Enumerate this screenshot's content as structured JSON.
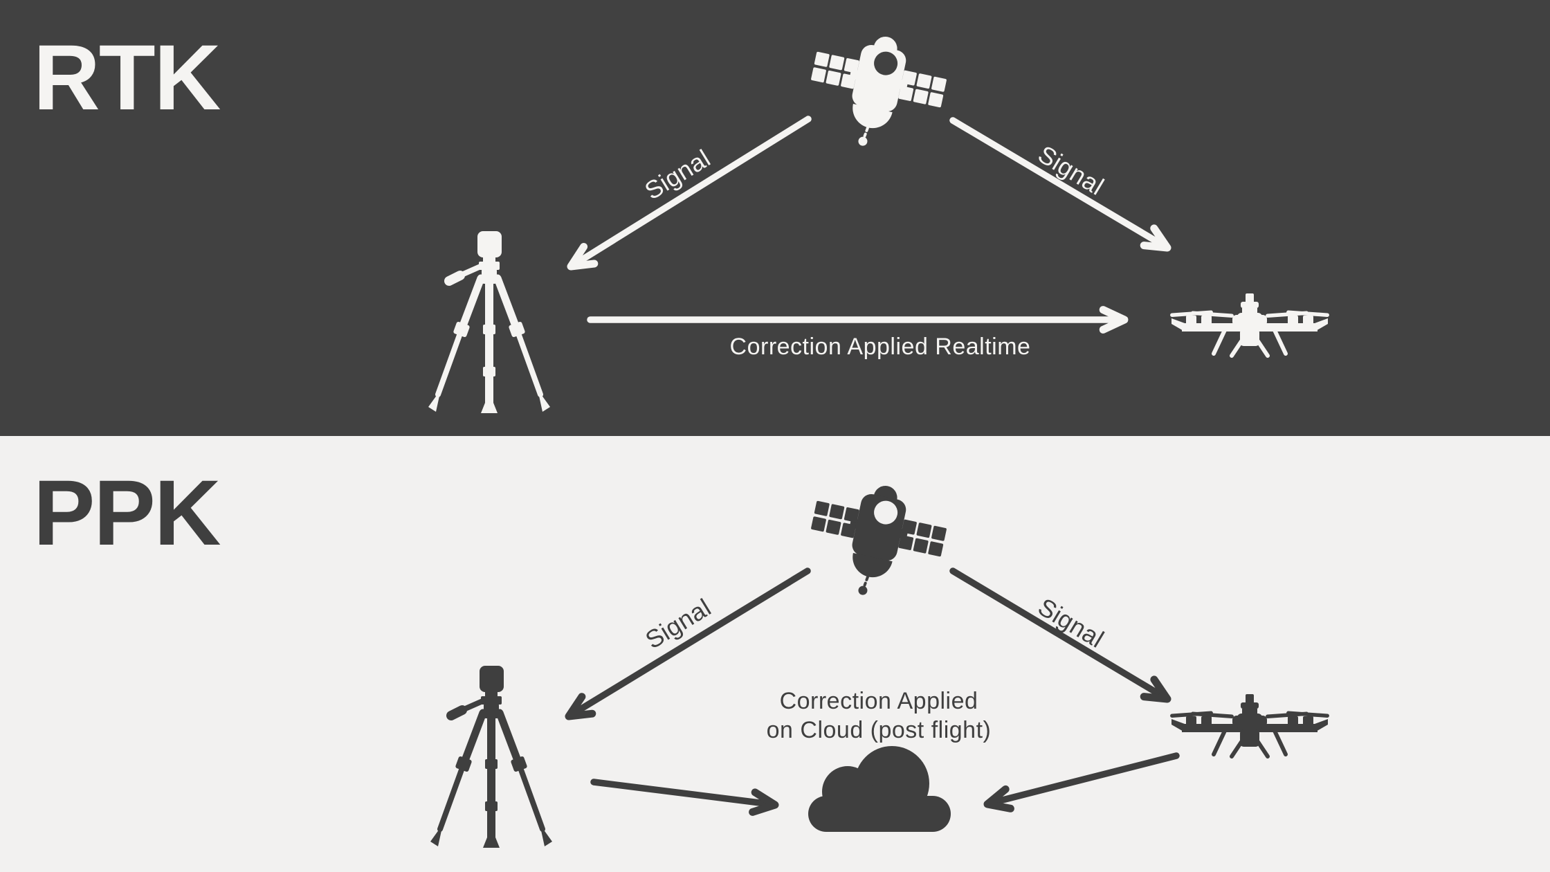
{
  "colors": {
    "dark_bg": "#414141",
    "light_bg": "#F2F1F0",
    "light_fg": "#F5F4F2",
    "dark_fg": "#3F3F3F"
  },
  "rtk": {
    "title": "RTK",
    "signal_left": "Signal",
    "signal_right": "Signal",
    "correction": "Correction Applied Realtime"
  },
  "ppk": {
    "title": "PPK",
    "signal_left": "Signal",
    "signal_right": "Signal",
    "correction_line1": "Correction Applied",
    "correction_line2": "on Cloud (post flight)"
  },
  "icons": {
    "satellite": "gnss-satellite-icon",
    "base_station": "surveying-tripod-icon",
    "drone": "quadcopter-drone-icon",
    "cloud": "cloud-icon"
  }
}
